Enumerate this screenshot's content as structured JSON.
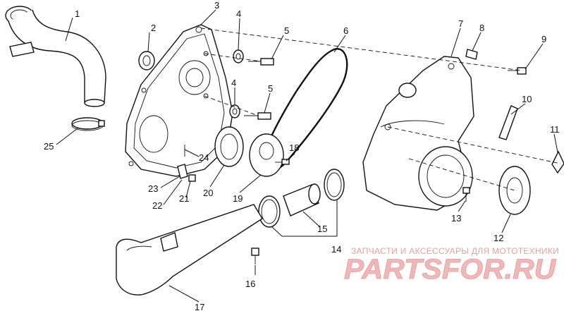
{
  "diagram": {
    "labels": [
      "1",
      "2",
      "3",
      "4",
      "5",
      "6",
      "7",
      "8",
      "9",
      "4",
      "5",
      "10",
      "11",
      "25",
      "24",
      "18",
      "23",
      "22",
      "21",
      "20",
      "19",
      "15",
      "13",
      "12",
      "14",
      "16",
      "17"
    ]
  },
  "watermark": {
    "tagline": "ЗАПЧАСТИ И АКСЕССУАРЫ ДЛЯ МОТОТЕХНИКИ",
    "logo": "PARTSFOR.RU"
  }
}
